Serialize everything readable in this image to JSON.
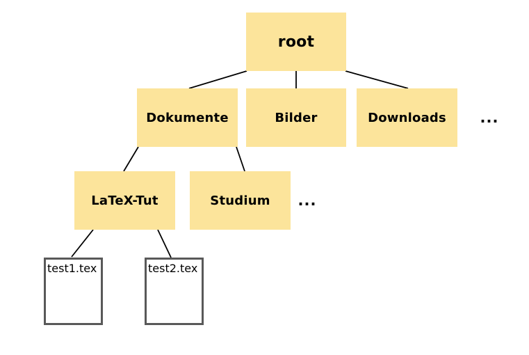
{
  "diagram": {
    "type": "tree",
    "colors": {
      "folder_fill": "#FCE49B",
      "file_fill": "#FFFFFF",
      "file_border": "#595959",
      "line": "#000000",
      "text": "#000000",
      "background": "#FFFFFF"
    },
    "nodes": {
      "root": {
        "label": "root",
        "type": "folder"
      },
      "dokumente": {
        "label": "Dokumente",
        "type": "folder"
      },
      "bilder": {
        "label": "Bilder",
        "type": "folder"
      },
      "downloads": {
        "label": "Downloads",
        "type": "folder"
      },
      "ellipsis_level2": {
        "label": "...",
        "type": "ellipsis"
      },
      "latex_tut": {
        "label": "LaTeX-Tut",
        "type": "folder"
      },
      "studium": {
        "label": "Studium",
        "type": "folder"
      },
      "ellipsis_level3": {
        "label": "...",
        "type": "ellipsis"
      },
      "test1": {
        "label": "test1.tex",
        "type": "file"
      },
      "test2": {
        "label": "test2.tex",
        "type": "file"
      }
    },
    "edges": [
      {
        "from": "root",
        "to": "dokumente"
      },
      {
        "from": "root",
        "to": "bilder"
      },
      {
        "from": "root",
        "to": "downloads"
      },
      {
        "from": "dokumente",
        "to": "latex_tut"
      },
      {
        "from": "dokumente",
        "to": "studium"
      },
      {
        "from": "latex_tut",
        "to": "test1"
      },
      {
        "from": "latex_tut",
        "to": "test2"
      }
    ]
  }
}
